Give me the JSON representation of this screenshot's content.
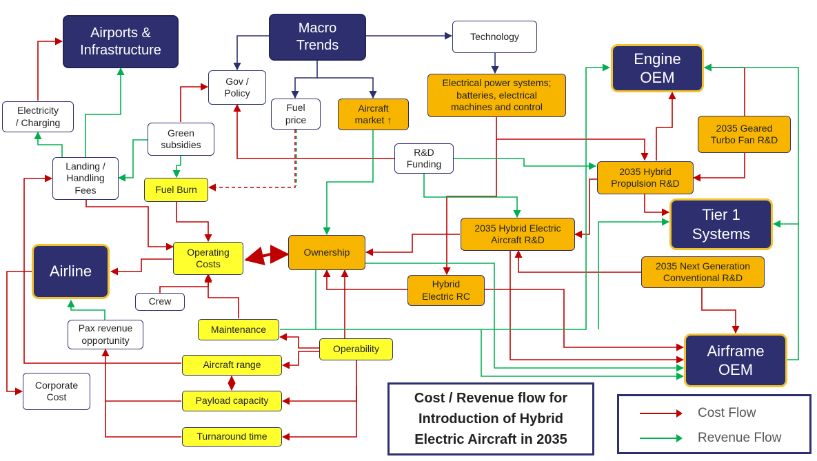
{
  "title": "Cost / Revenue flow for\nIntroduction of Hybrid\nElectric Aircraft in 2035",
  "legend": {
    "cost_label": "Cost Flow",
    "revenue_label": "Revenue Flow"
  },
  "colors": {
    "cost": "#c00000",
    "revenue": "#00b050",
    "structure": "#2e2f6e",
    "dark_node": "#2e2f6e",
    "orange_node": "#f7b500",
    "yellow_node": "#ffff2e",
    "gold_border": "#f2c12e"
  },
  "nodes": {
    "airports": "Airports &\nInfrastructure",
    "macro": "Macro\nTrends",
    "technology": "Technology",
    "engine_oem": "Engine\nOEM",
    "gov_policy": "Gov /\nPolicy",
    "fuel_price": "Fuel\nprice",
    "aircraft_market": "Aircraft\nmarket ↑",
    "electrical": "Electrical power systems;\nbatteries, electrical\nmachines and control",
    "electricity": "Electricity\n/ Charging",
    "green_subsidies": "Green\nsubsidies",
    "gtf": "2035 Geared\nTurbo Fan R&D",
    "rd_funding": "R&D\nFunding",
    "landing_fees": "Landing /\nHandling\nFees",
    "hybrid_prop": "2035 Hybrid\nPropulsion R&D",
    "fuel_burn": "Fuel Burn",
    "tier1": "Tier 1\nSystems",
    "hybrid_aircraft": "2035 Hybrid Electric\nAircraft R&D",
    "airline": "Airline",
    "operating_costs": "Operating\nCosts",
    "ownership": "Ownership",
    "next_gen": "2035 Next Generation\nConventional R&D",
    "hybrid_rc": "Hybrid\nElectric RC",
    "crew": "Crew",
    "pax_revenue": "Pax revenue\nopportunity",
    "maintenance": "Maintenance",
    "operability": "Operability",
    "airframe_oem": "Airframe\nOEM",
    "aircraft_range": "Aircraft range",
    "corporate_cost": "Corporate\nCost",
    "payload": "Payload capacity",
    "turnaround": "Turnaround time"
  }
}
